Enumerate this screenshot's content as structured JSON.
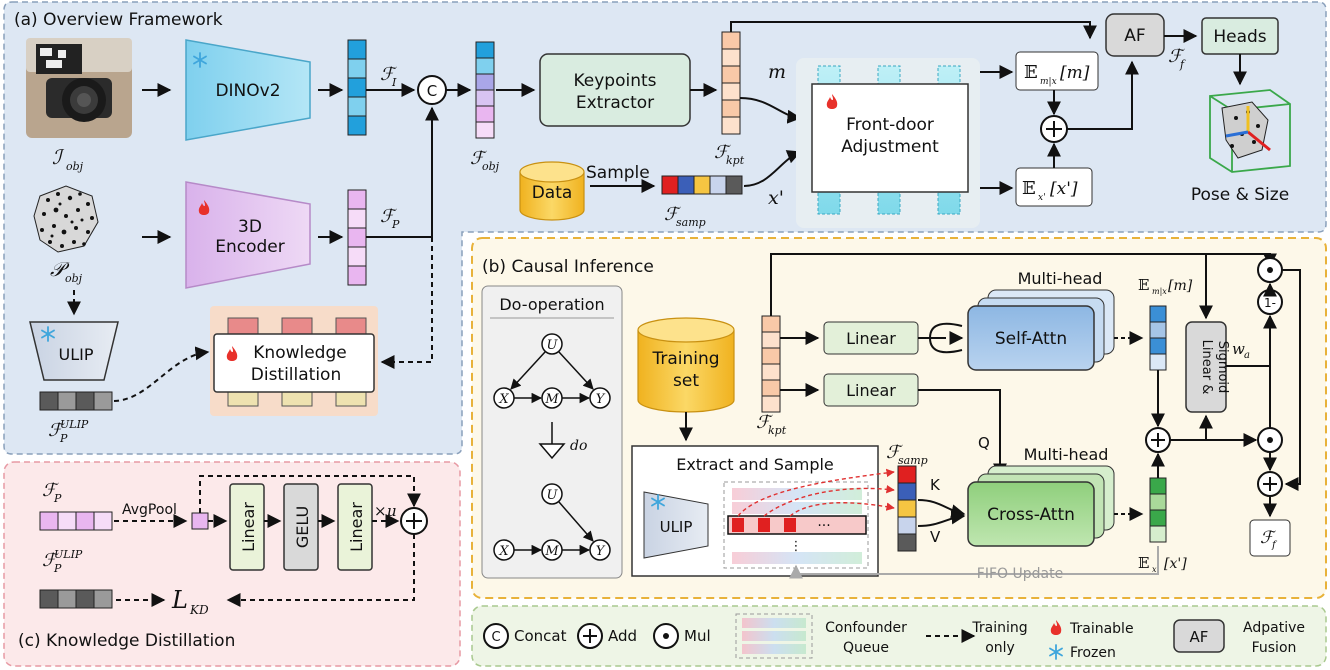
{
  "panels": {
    "a_title": "(a) Overview Framework",
    "b_title": "(b) Causal Inference",
    "c_title": "(c) Knowledge Distillation"
  },
  "overview": {
    "dinov2": "DINOv2",
    "encoder_line1": "3D",
    "encoder_line2": "Encoder",
    "ulip": "ULIP",
    "kd_line1": "Knowledge",
    "kd_line2": "Distillation",
    "keypoints_line1": "Keypoints",
    "keypoints_line2": "Extractor",
    "concat_symbol": "C",
    "data": "Data",
    "sample": "Sample",
    "frontdoor_line1": "Front-door",
    "frontdoor_line2": "Adjustment",
    "af": "AF",
    "heads": "Heads",
    "pose_size": "Pose & Size",
    "m": "m",
    "x_prime": "x'",
    "F_I": "F",
    "F_I_sub": "I",
    "F_P_sub": "P",
    "F_obj_sub": "obj",
    "F_kpt_sub": "kpt",
    "F_samp_sub": "samp",
    "F_f_sub": "f",
    "I_obj_sub": "obj",
    "P_obj_sub": "obj",
    "F_ulip_sup": "ULIP",
    "E_m": "𝔼",
    "E_m_sub": "m|x",
    "E_m_arg": "[m]",
    "E_x_sub": "x'",
    "E_x_arg": "[x']"
  },
  "causal": {
    "do_operation": "Do-operation",
    "do": "do",
    "node_u": "U",
    "node_x": "X",
    "node_m": "M",
    "node_y": "Y",
    "training_line1": "Training",
    "training_line2": "set",
    "linear": "Linear",
    "multi_head": "Multi-head",
    "self_attn": "Self-Attn",
    "cross_attn": "Cross-Attn",
    "extract_sample": "Extract and Sample",
    "ulip": "ULIP",
    "linear_sigmoid_1": "Linear &",
    "linear_sigmoid_2": "Sigmoid",
    "w_a": "w",
    "w_a_sub": "a",
    "one_minus": "1-",
    "q": "Q",
    "k": "K",
    "v": "V",
    "fifo": "FIFO Update",
    "dots": "···",
    "vdots": "⋮"
  },
  "distill": {
    "avgpool": "AvgPool",
    "linear": "Linear",
    "gelu": "GELU",
    "times_mu": "×μ",
    "l_kd": "L",
    "l_kd_sub": "KD"
  },
  "legend": {
    "concat": "Concat",
    "add": "Add",
    "mul": "Mul",
    "confounder_1": "Confounder",
    "confounder_2": "Queue",
    "training_1": "Training",
    "training_2": "only",
    "trainable": "Trainable",
    "frozen": "Frozen",
    "af": "AF",
    "adaptive_1": "Adpative",
    "adaptive_2": "Fusion"
  },
  "colors": {
    "panel_a_bg": "#dde7f3",
    "panel_b_bg": "#fdf8e9",
    "panel_c_bg": "#fce9ea",
    "legend_bg": "#eef5e6",
    "dino": "#7ed3ef",
    "encoder": "#e3c3ef",
    "keypoint_box": "#d9ece0",
    "linear_box": "#e3f0d9",
    "self_attn": "#a6c5e6",
    "cross_attn": "#a9d99a",
    "data_cyl": "#f5c542",
    "af_box": "#d9d9d9",
    "fire": "#e8312b",
    "snow": "#3fa6dc"
  }
}
